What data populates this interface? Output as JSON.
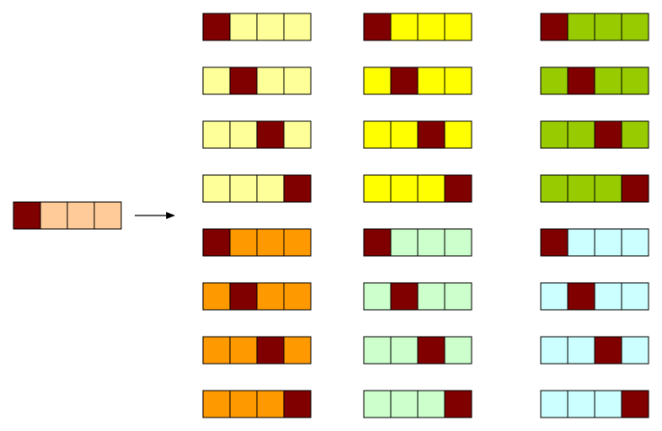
{
  "colors": {
    "highlight": "#800000",
    "input_fill": "#ffcc99",
    "yellow_light": "#ffff99",
    "yellow": "#ffff00",
    "green": "#99cc00",
    "orange": "#ff9900",
    "mint": "#ccffcc",
    "cyan": "#ccffff",
    "border": "#000000"
  },
  "input_row": {
    "cells": 4,
    "highlight_index": 0,
    "fill": "input_fill"
  },
  "arrow": {
    "direction": "right"
  },
  "output_grid": {
    "columns": [
      {
        "top_fill": "yellow_light",
        "bottom_fill": "orange"
      },
      {
        "top_fill": "yellow",
        "bottom_fill": "mint"
      },
      {
        "top_fill": "green",
        "bottom_fill": "cyan"
      }
    ],
    "rows": [
      {
        "highlight_index": 0,
        "group": "top"
      },
      {
        "highlight_index": 1,
        "group": "top"
      },
      {
        "highlight_index": 2,
        "group": "top"
      },
      {
        "highlight_index": 3,
        "group": "top"
      },
      {
        "highlight_index": 0,
        "group": "bottom"
      },
      {
        "highlight_index": 1,
        "group": "bottom"
      },
      {
        "highlight_index": 2,
        "group": "bottom"
      },
      {
        "highlight_index": 3,
        "group": "bottom"
      }
    ],
    "cells_per_row": 4
  }
}
